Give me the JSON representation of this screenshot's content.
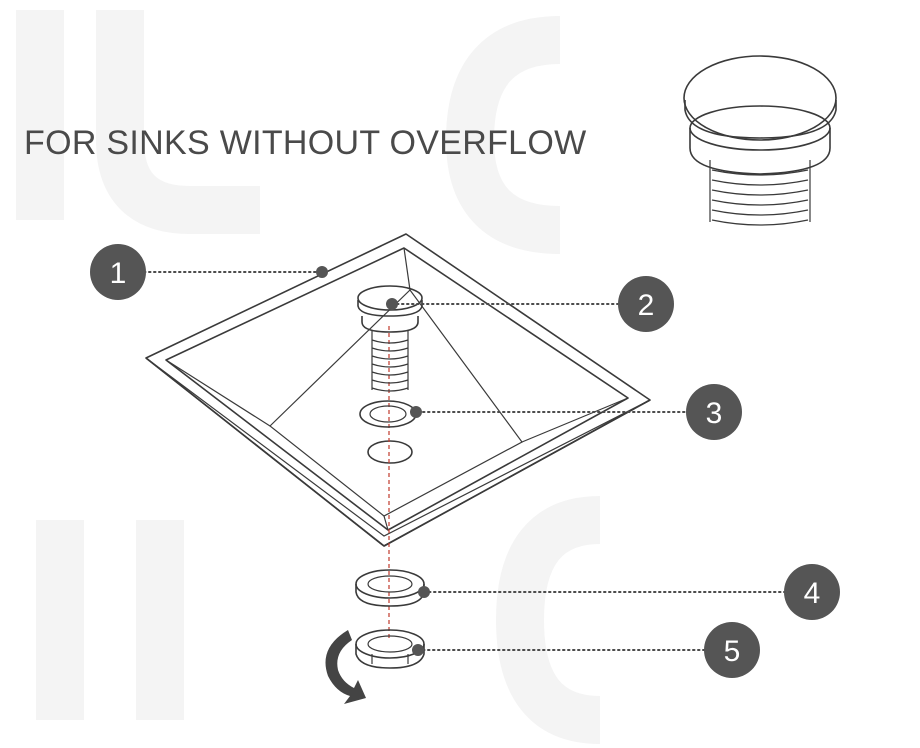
{
  "title": "FOR SINKS WITHOUT OVERFLOW",
  "colors": {
    "badge": "#555555",
    "line": "#3a3a3a",
    "axis": "#c0392b"
  },
  "callouts": [
    {
      "number": "1",
      "part": "sink-basin"
    },
    {
      "number": "2",
      "part": "pop-up-cap"
    },
    {
      "number": "3",
      "part": "top-washer"
    },
    {
      "number": "4",
      "part": "bottom-washer"
    },
    {
      "number": "5",
      "part": "lock-nut"
    }
  ]
}
